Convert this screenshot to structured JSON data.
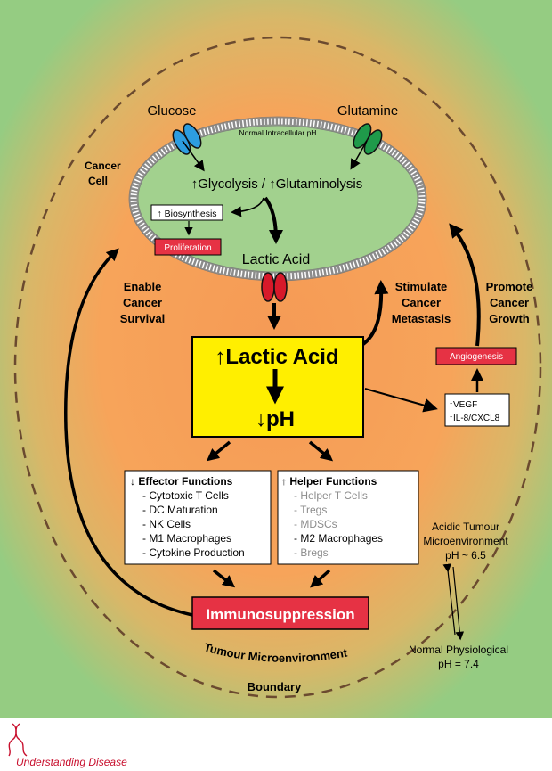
{
  "labels": {
    "glucose": "Glucose",
    "glutamine": "Glutamine",
    "normal_intracellular_ph": "Normal Intracellular pH",
    "cancer": "Cancer",
    "cell": "Cell",
    "glycolysis": "↑Glycolysis / ↑Glutaminolysis",
    "biosynthesis": "↑ Biosynthesis",
    "proliferation": "Proliferation",
    "lactic_acid": "Lactic Acid",
    "enable": "Enable",
    "cancer2": "Cancer",
    "survival": "Survival",
    "stimulate": "Stimulate",
    "cancer3": "Cancer",
    "metastasis": "Metastasis",
    "promote": "Promote",
    "cancer4": "Cancer",
    "growth": "Growth",
    "angiogenesis": "Angiogenesis",
    "up_lactic_acid": "↑Lactic Acid",
    "down_ph": "↓pH",
    "vegf": "↑VEGF",
    "il8": "↑IL-8/CXCL8",
    "acidic_1": "Acidic Tumour",
    "acidic_2": "Microenvironment",
    "acidic_3": "pH ~ 6.5",
    "normal_1": "Normal Physiological",
    "normal_2": "pH = 7.4",
    "immunosuppression": "Immunosuppression",
    "tme_boundary_1": "Tumour Microenvironment",
    "tme_boundary_2": "Boundary",
    "footer": "Understanding Disease"
  },
  "effector": {
    "title": "↓ Effector Functions",
    "items": [
      "- Cytotoxic T Cells",
      "- DC Maturation",
      "- NK Cells",
      "- M1 Macrophages",
      "- Cytokine Production"
    ]
  },
  "helper": {
    "title": "↑ Helper Functions",
    "items": [
      {
        "text": "- Helper T Cells",
        "muted": true
      },
      {
        "text": "- Tregs",
        "muted": true
      },
      {
        "text": "- MDSCs",
        "muted": true
      },
      {
        "text": "- M2 Macrophages",
        "muted": false
      },
      {
        "text": "- Bregs",
        "muted": true
      }
    ]
  },
  "colors": {
    "outer_green": "#95cc82",
    "orange_core": "#f7a45a",
    "cell_green": "#a2d18e",
    "yellow_box": "#ffef00",
    "red_box": "#e63244",
    "glucose_channel": "#2d9de0",
    "glutamine_channel": "#1f9a4a",
    "lactate_channel": "#d7192a",
    "boundary_dash": "#6b4a2f"
  }
}
